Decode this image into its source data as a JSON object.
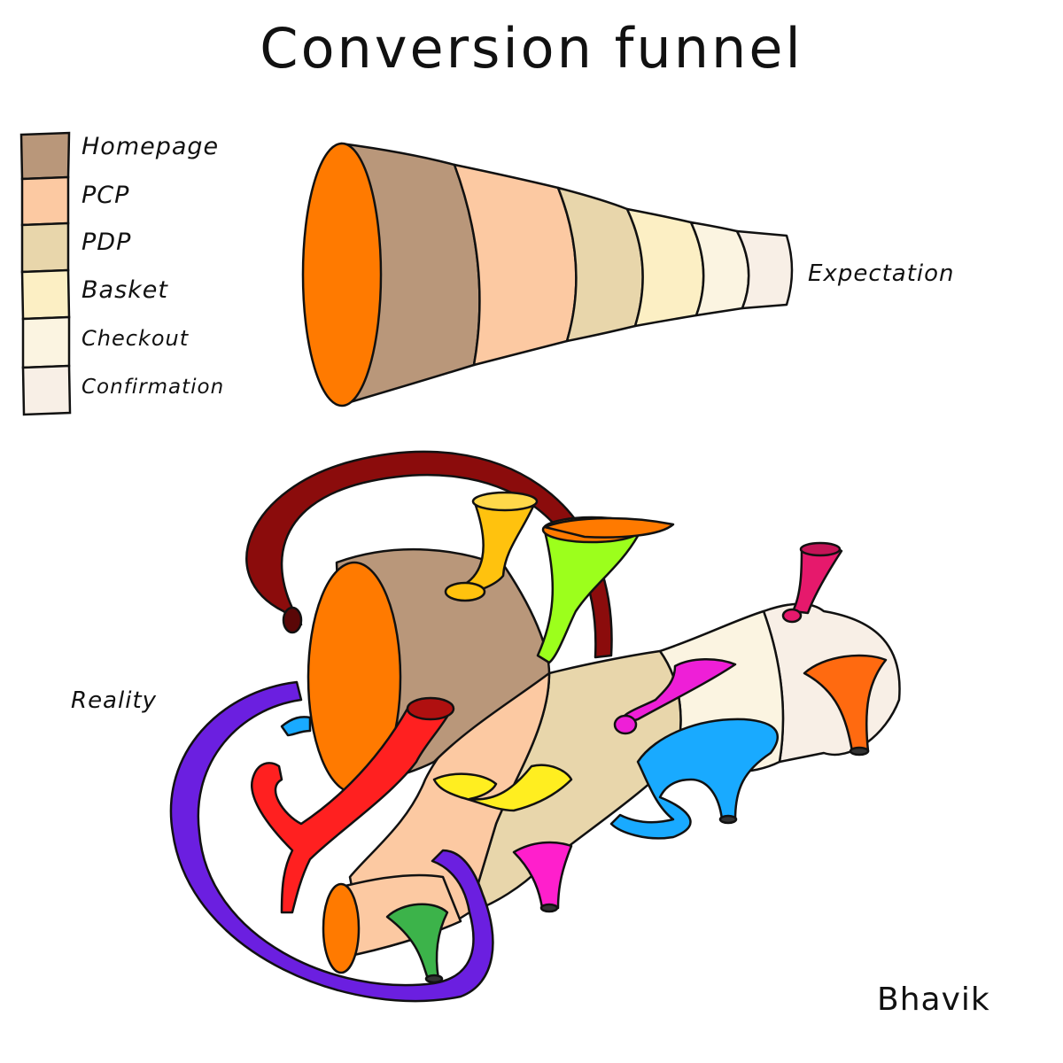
{
  "title": "Conversion funnel",
  "legend": {
    "items": [
      {
        "label": "Homepage",
        "color": "#b9977a"
      },
      {
        "label": "PCP",
        "color": "#fcc9a2"
      },
      {
        "label": "PDP",
        "color": "#e8d6ab"
      },
      {
        "label": "Basket",
        "color": "#fcefc4"
      },
      {
        "label": "Checkout",
        "color": "#fbf4e1"
      },
      {
        "label": "Confirmation",
        "color": "#f8efe6"
      }
    ]
  },
  "expectation": {
    "label": "Expectation",
    "mouth_color": "#ff7a00"
  },
  "reality": {
    "label": "Reality",
    "mouth_color": "#ff7a00",
    "leak_colors": [
      "#8b0c0c",
      "#ffc20e",
      "#9cff1c",
      "#ff7a00",
      "#e6196c",
      "#ee1fd7",
      "#19aaff",
      "#6b1fe0",
      "#ff2020",
      "#ffee20",
      "#3cb34a"
    ]
  },
  "signature": "Bhavik"
}
